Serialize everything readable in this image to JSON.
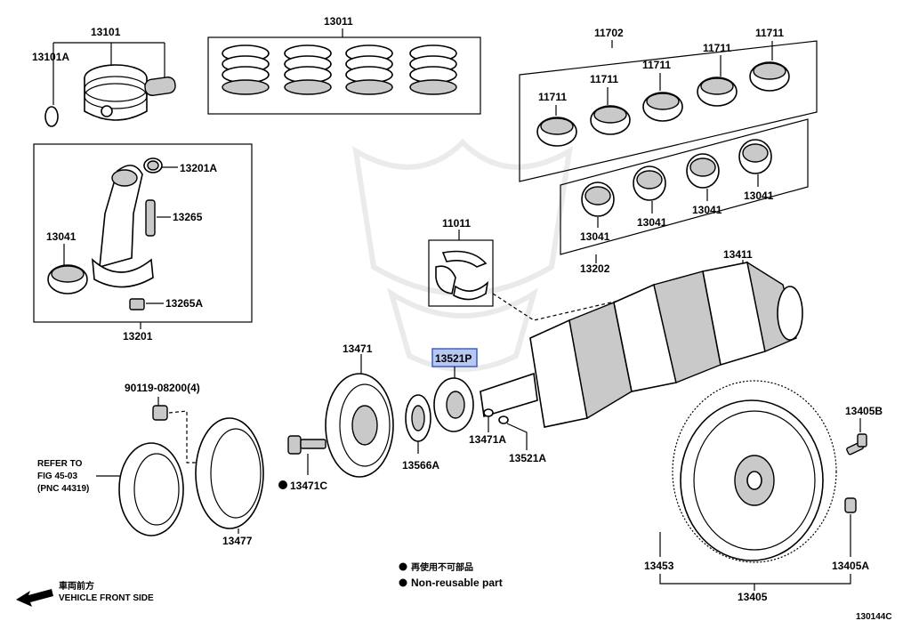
{
  "callouts": {
    "c13101": "13101",
    "c13101A": "13101A",
    "c13011": "13011",
    "c11702": "11702",
    "c11711_a": "11711",
    "c11711_b": "11711",
    "c11711_c": "11711",
    "c11711_d": "11711",
    "c11711_e": "11711",
    "c13201A": "13201A",
    "c13265": "13265",
    "c13041_rod": "13041",
    "c13265A": "13265A",
    "c13201": "13201",
    "c11011": "11011",
    "c13041_a": "13041",
    "c13041_b": "13041",
    "c13041_c": "13041",
    "c13041_d": "13041",
    "c13202": "13202",
    "c13411": "13411",
    "c13471": "13471",
    "c13521P": "13521P",
    "c90119": "90119-08200(4)",
    "c13471A": "13471A",
    "c13521A": "13521A",
    "c13566A": "13566A",
    "c13471C": "13471C",
    "c13477": "13477",
    "c13405B": "13405B",
    "c13453": "13453",
    "c13405A": "13405A",
    "c13405": "13405"
  },
  "refer": {
    "line1": "REFER TO",
    "line2": "FIG 45-03",
    "line3": "(PNC 44319)"
  },
  "legend": {
    "jp": "再使用不可部品",
    "en": "Non-reusable part"
  },
  "direction": {
    "jp": "車両前方",
    "en": "VEHICLE FRONT SIDE"
  },
  "figure_code": "130144C",
  "highlight_color": "#b8c8f0"
}
